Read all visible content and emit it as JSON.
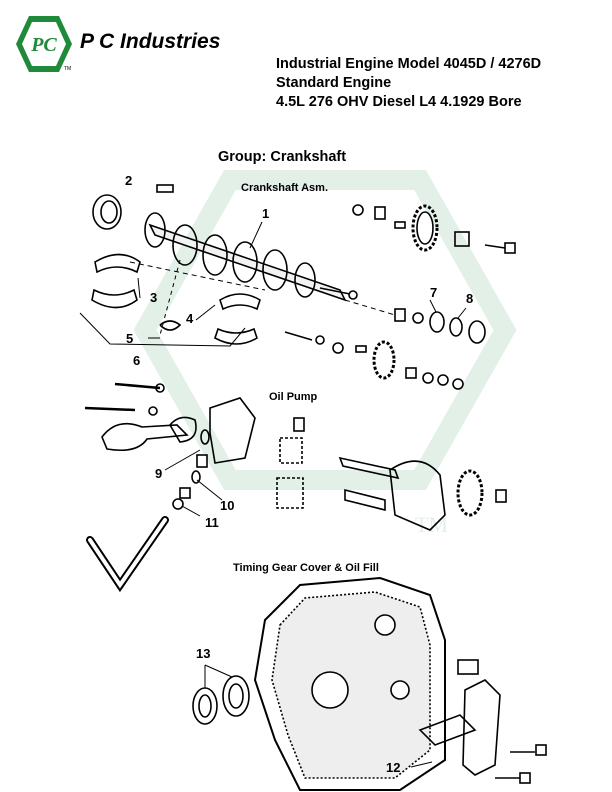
{
  "header": {
    "brand_name": "P C Industries",
    "logo_text": "PC",
    "trademark": "TM",
    "title_lines": [
      "Industrial Engine Model 4045D / 4276D",
      "Standard Engine",
      "4.5L 276 OHV Diesel L4 4.1929 Bore"
    ]
  },
  "group_title": "Group: Crankshaft",
  "sections": {
    "crankshaft_asm": "Crankshaft Asm.",
    "oil_pump": "Oil Pump",
    "timing_cover": "Timing Gear Cover & Oil Fill"
  },
  "watermark": {
    "trademark": "TM"
  },
  "callouts": [
    "1",
    "2",
    "3",
    "4",
    "5",
    "6",
    "7",
    "8",
    "9",
    "10",
    "11",
    "12",
    "13"
  ],
  "colors": {
    "brand_green": "#1f8a3a",
    "watermark": "#dbeee3",
    "ink": "#000000"
  }
}
